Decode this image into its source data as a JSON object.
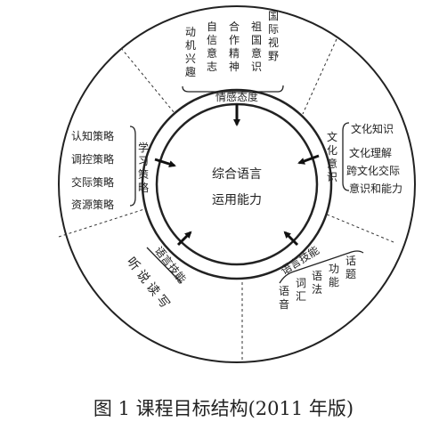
{
  "center": {
    "line1": "综合语言",
    "line2": "运用能力"
  },
  "attitude": {
    "label": "情感态度",
    "columns": [
      "国际视野",
      "祖国意识",
      "合作精神",
      "自信意志",
      "动机兴趣"
    ]
  },
  "culture": {
    "label": "文化意识",
    "items": [
      "文化知识",
      "文化理解",
      "跨文化交际",
      "意识和能力"
    ]
  },
  "learning": {
    "label": "学习策略",
    "items": [
      "认知策略",
      "调控策略",
      "交际策略",
      "资源策略"
    ]
  },
  "skills": {
    "label": "语言技能",
    "text": "听说读写"
  },
  "knowledge": {
    "label": "语言技能",
    "columns": [
      "语音",
      "词汇",
      "语法",
      "功能",
      "话题"
    ]
  },
  "caption": "图 1  课程目标结构(2011 年版)"
}
